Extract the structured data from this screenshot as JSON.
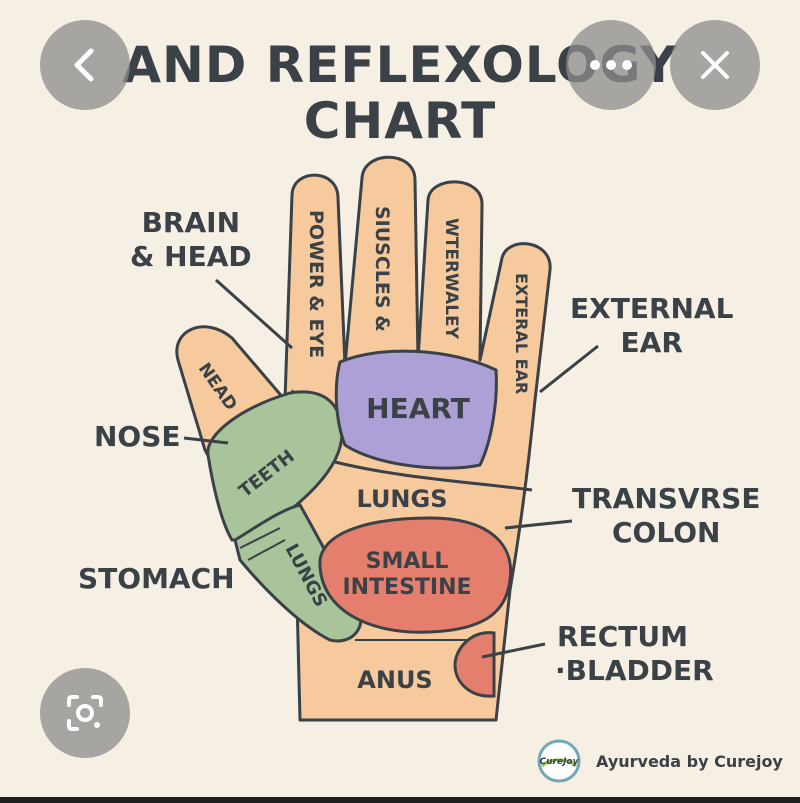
{
  "title": {
    "line1": "AND REFLEXOLOGY",
    "line2": "CHART"
  },
  "hand_regions": {
    "thumb": "NEAD",
    "teeth": "TEETH",
    "finger_index": "POWER & EYE",
    "finger_middle": "SIUSCLES &",
    "finger_ring": "WTERWALEY",
    "finger_little": "EXTERAL EAR",
    "heart": "HEART",
    "lungs": "LUNGS",
    "lungs_side": "LUNGS",
    "small_intestine_1": "SMALL",
    "small_intestine_2": "INTESTINE",
    "anus": "ANUS"
  },
  "callouts": {
    "brain_head_1": "BRAIN",
    "brain_head_2": "& HEAD",
    "external_ear_1": "EXTERNAL",
    "external_ear_2": "EAR",
    "nose": "NOSE",
    "transverse_colon_1": "TRANSVRSE",
    "transverse_colon_2": "COLON",
    "stomach": "STOMACH",
    "rectum_bladder_1": "RECTUM",
    "rectum_bladder_2": "BLADDER"
  },
  "brand": {
    "text": "Ayurveda by Curejoy",
    "logo_text": "CureJoy"
  },
  "colors": {
    "background": "#f6efe4",
    "skin": "#f6ca9c",
    "heart": "#aca0d6",
    "green": "#a9c49b",
    "intestine": "#e57f6d",
    "text": "#3a4147",
    "button": "#8c8c8c"
  },
  "icons": {
    "back": "chevron-left-icon",
    "more": "more-horizontal-icon",
    "close": "close-icon",
    "lens": "lens-camera-icon"
  }
}
